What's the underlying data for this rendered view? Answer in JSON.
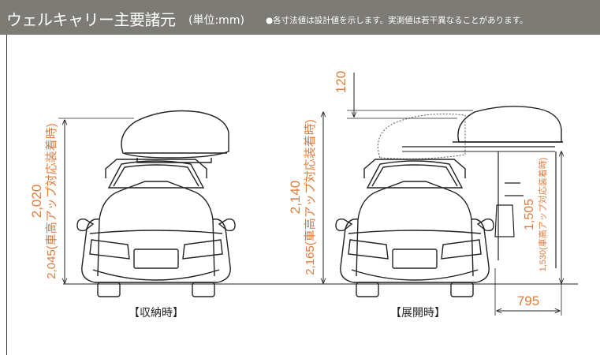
{
  "header": {
    "title": "ウェルキャリー主要諸元",
    "unit": "(単位:mm)",
    "note": "●各寸法値は設計値を示します。実測値は若干異なることがあります。"
  },
  "stowed": {
    "caption": "【収納時】",
    "height": "2,020",
    "height_note": "2,045(車高アップ対応装着時)"
  },
  "deployed": {
    "caption": "【展開時】",
    "height": "2,140",
    "height_note": "2,165(車高アップ対応装着時)",
    "top_clearance": "120",
    "side_height": "1,505",
    "side_height_note": "1,530(車高アップ対応装着時)",
    "side_width": "795"
  },
  "colors": {
    "header_bg": "#7d7b76",
    "dimension": "#e07b3c",
    "line": "#222222"
  }
}
